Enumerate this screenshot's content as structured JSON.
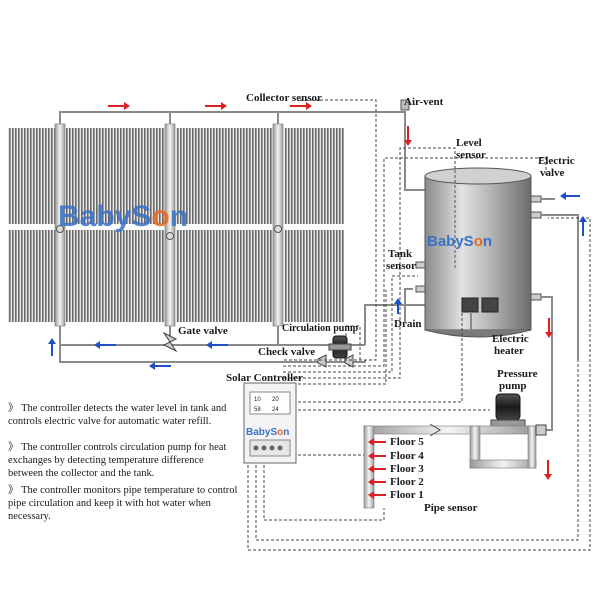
{
  "labels": {
    "collector_sensor": "Collector sensor",
    "air_vent": "Air-vent",
    "level_sensor_l1": "Level",
    "level_sensor_l2": "sensor",
    "electric_valve_l1": "Electric",
    "electric_valve_l2": "valve",
    "tank_sensor_l1": "Tank",
    "tank_sensor_l2": "sensor",
    "drain": "Drain",
    "electric_heater_l1": "Electric",
    "electric_heater_l2": "heater",
    "gate_valve": "Gate valve",
    "circulation_pump": "Circulation pump",
    "check_valve": "Check valve",
    "solar_controller": "Solar Controller",
    "pressure_pump_l1": "Pressure",
    "pressure_pump_l2": "pump",
    "pipe_sensor": "Pipe sensor",
    "floors": [
      "Floor 5",
      "Floor 4",
      "Floor 3",
      "Floor 2",
      "Floor 1"
    ]
  },
  "brand": {
    "main_a": "BabyS",
    "main_o": "o",
    "main_b": "n",
    "tank_a": "BabyS",
    "tank_o": "o",
    "tank_b": "n",
    "ctrl_a": "BabyS",
    "ctrl_o": "o",
    "ctrl_b": "n"
  },
  "controller_display": [
    "10",
    "20",
    "58",
    "24"
  ],
  "notes": [
    "The controller detects the water level in tank and controls electric valve for automatic water refill.",
    "The controller controls circulation pump for heat exchanges by detecting temperature difference between the collector and the tank.",
    "The controller monitors pipe temperature to control pipe circulation and keep it with hot water when necessary."
  ],
  "note_marker": "》",
  "colors": {
    "arrow_red": "#e02020",
    "arrow_blue": "#1f4fc8",
    "brand_blue": "#3a72c8",
    "brand_orange": "#e8671c"
  }
}
